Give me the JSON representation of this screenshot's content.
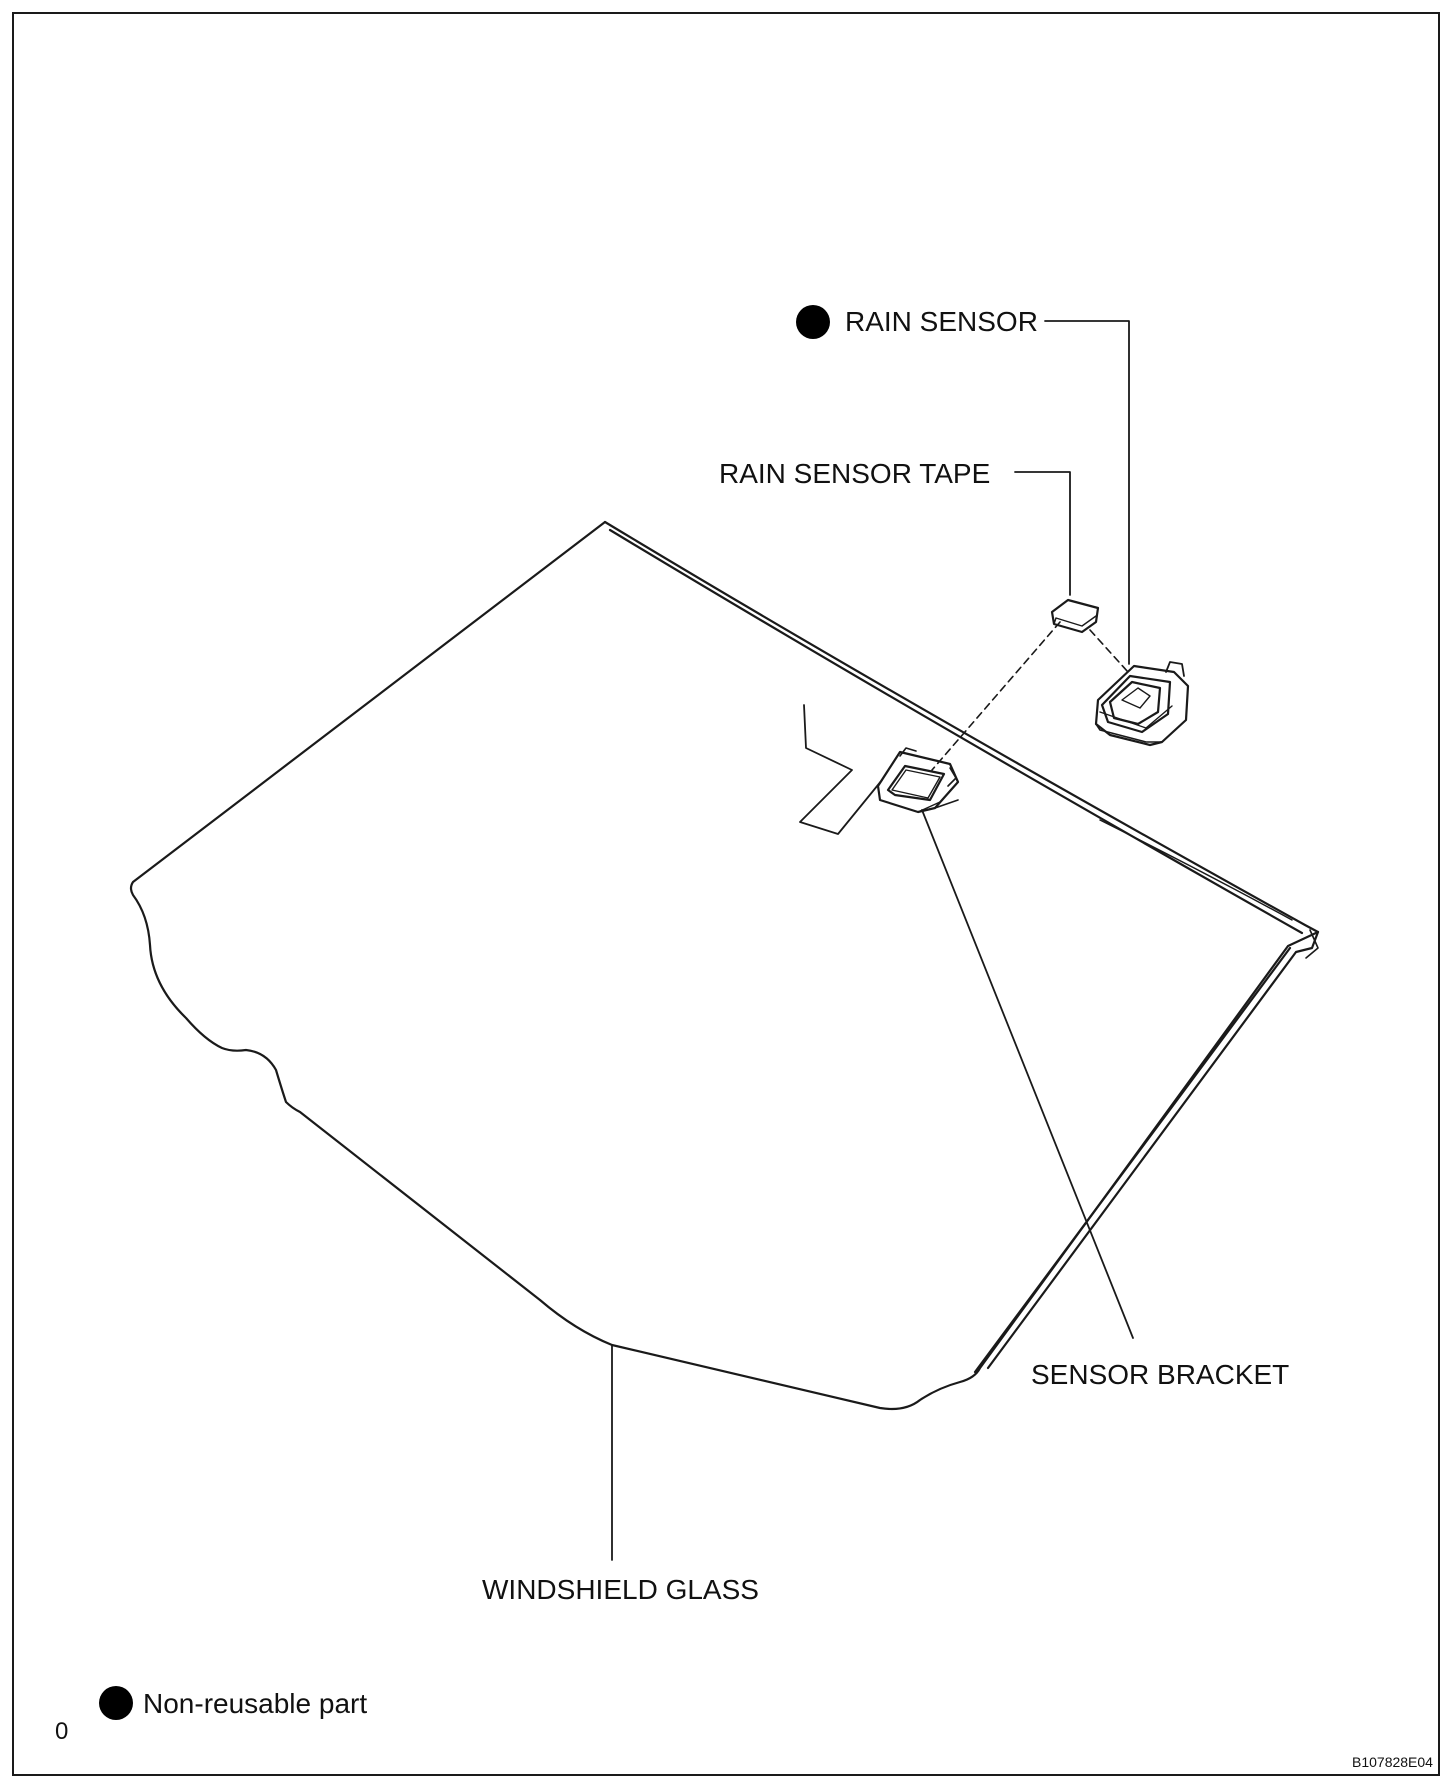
{
  "labels": {
    "rain_sensor": "RAIN SENSOR",
    "rain_sensor_tape": "RAIN SENSOR TAPE",
    "sensor_bracket": "SENSOR BRACKET",
    "windshield_glass": "WINDSHIELD GLASS"
  },
  "legend": {
    "symbol": "filled-circle",
    "text": "Non-reusable part"
  },
  "corner_mark": "0",
  "figure_code": "B107828E04",
  "non_reusable_parts": [
    "RAIN SENSOR"
  ]
}
